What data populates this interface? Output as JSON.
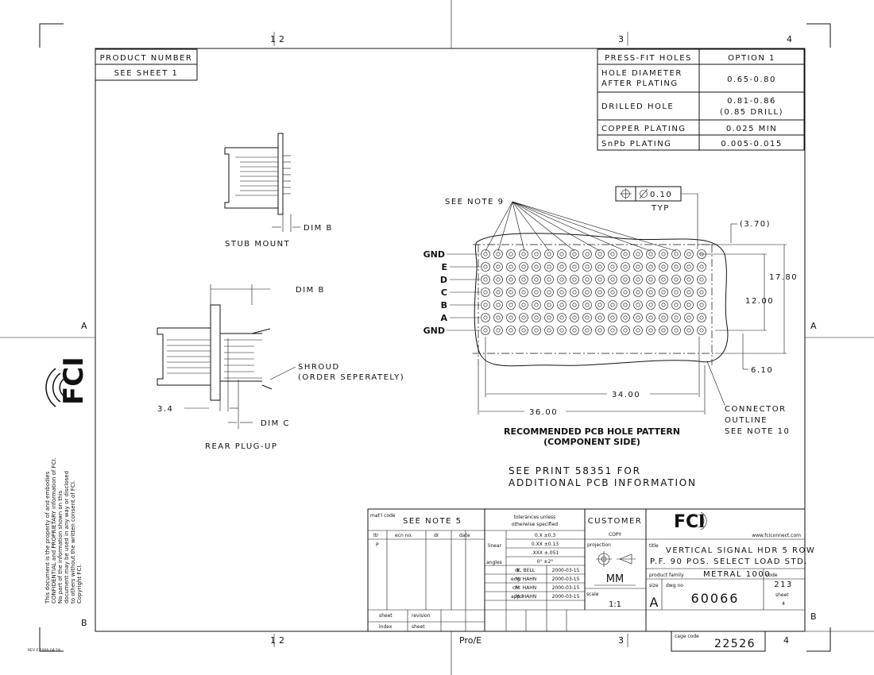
{
  "zones": {
    "top": [
      "1",
      "2",
      "3",
      "4"
    ],
    "bottom": [
      "1",
      "2",
      "3",
      "4"
    ],
    "left": [
      "A",
      "B"
    ],
    "right": [
      "A",
      "B"
    ]
  },
  "product_number": {
    "label": "PRODUCT NUMBER",
    "value": "SEE SHEET 1"
  },
  "hole_table": {
    "header": [
      "PRESS-FIT HOLES",
      "OPTION 1"
    ],
    "rows": [
      {
        "label": [
          "HOLE DIAMETER",
          "AFTER PLATING"
        ],
        "value": [
          "0.65-0.80"
        ]
      },
      {
        "label": [
          "DRILLED HOLE"
        ],
        "value": [
          "0.81-0.86",
          "(0.85 DRILL)"
        ]
      },
      {
        "label": [
          "COPPER PLATING"
        ],
        "value": [
          "0.025 MIN"
        ]
      },
      {
        "label": [
          "SnPb PLATING"
        ],
        "value": [
          "0.005-0.015"
        ]
      }
    ]
  },
  "stub_mount": {
    "caption": "STUB MOUNT",
    "dim": "DIM B"
  },
  "rear_plug": {
    "caption": "REAR PLUG-UP",
    "dim_b": "DIM B",
    "dim_c": "DIM C",
    "dim_34": "3.4",
    "shroud": [
      "SHROUD",
      "(ORDER SEPERATELY)"
    ]
  },
  "pattern": {
    "note9": "SEE NOTE 9",
    "tolerance": "0.10",
    "typ": "TYP",
    "rows": [
      "GND",
      "E",
      "D",
      "C",
      "B",
      "A",
      "GND"
    ],
    "columns": 18,
    "dims": {
      "d370": "(3.70)",
      "d1780": "17.80",
      "d1200": "12.00",
      "d610": "6.10",
      "d3400": "34.00",
      "d3600": "36.00"
    },
    "outline_note": [
      "CONNECTOR",
      "OUTLINE",
      "SEE NOTE 10"
    ],
    "title": [
      "RECOMMENDED PCB HOLE PATTERN",
      "(COMPONENT SIDE)"
    ],
    "print_note": [
      "SEE PRINT 58351 FOR",
      "ADDITIONAL PCB INFORMATION"
    ]
  },
  "proprietary": [
    "This document is the property of and embodies",
    "CONFIDENTIAL and PROPRIETARY information of FCI.",
    "No part of the information shown on this",
    "document may be used in any way or disclosed",
    "to others without the written consent of FCI.",
    "Copyright FCI."
  ],
  "logo": "FCI",
  "rev_stamp": "REV E   2006-04-18",
  "title_block": {
    "matl_label": "mat'l code",
    "matl_value": "SEE NOTE 5",
    "rev_headers": [
      "ltr",
      "ecn no.",
      "dr",
      "date"
    ],
    "rev_rows": [
      [
        "P",
        "",
        "",
        ""
      ]
    ],
    "sheet_index": [
      "sheet",
      "index"
    ],
    "revision_sheet": [
      "revision",
      "sheet"
    ],
    "tol_header": [
      "tolerances unless",
      "otherwise specified"
    ],
    "tol_rows": [
      {
        "label": "",
        "value": "0.X ±0.3"
      },
      {
        "label": "linear",
        "value": "0.XX ±0.13"
      },
      {
        "label": "",
        "value": ".XXX ±.051"
      },
      {
        "label": "angles",
        "value": "0° ±2°"
      }
    ],
    "approvals": [
      {
        "role": "dr",
        "name": "K. BELL",
        "date": "2000-03-15"
      },
      {
        "role": "engr",
        "name": "M. HAHN",
        "date": "2000-03-15"
      },
      {
        "role": "chr",
        "name": "M. HAHN",
        "date": "2000-03-15"
      },
      {
        "role": "appd",
        "name": "M. HAHN",
        "date": "2000-03-15"
      }
    ],
    "customer": [
      "CUSTOMER",
      "COPY"
    ],
    "projection_label": "projection",
    "units": "MM",
    "scale_label": "scale",
    "scale_value": "1:1",
    "website": "www.fciconnect.com",
    "title_label": "title",
    "title_lines": [
      "VERTICAL SIGNAL HDR 5 ROW",
      "P.F. 90 POS. SELECT LOAD STD."
    ],
    "product_family_label": "product family",
    "product_family": "METRAL 1000",
    "code_label": "code",
    "code": "213",
    "size_label": "size",
    "size": "A",
    "dwg_label": "dwg no",
    "dwg_no": "60066",
    "sheet_label": "sheet",
    "sheet": "4",
    "cage_label": "cage code",
    "cage": "22526",
    "cad": "Pro/E"
  }
}
